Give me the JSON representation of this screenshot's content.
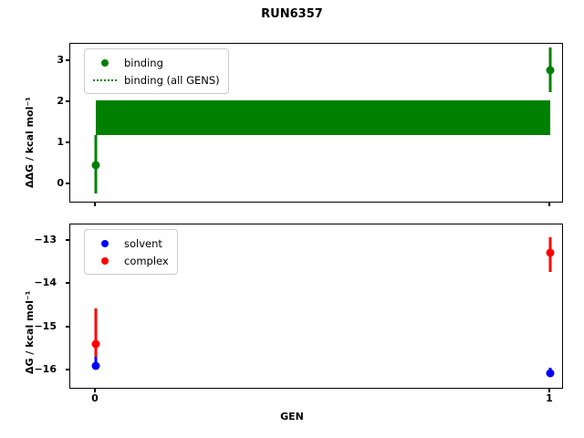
{
  "figure": {
    "title": "RUN6357",
    "xlabel": "GEN",
    "xticks": [
      "0",
      "1"
    ]
  },
  "panels": {
    "top": {
      "ylabel": "ΔΔG / kcal mol⁻¹",
      "yticks": [
        "3",
        "2",
        "1",
        "0"
      ],
      "legend": [
        {
          "label": "binding",
          "key": "marker-dot",
          "color": "#008000"
        },
        {
          "label": "binding (all GENS)",
          "key": "dotted-line",
          "color": "#008000"
        }
      ]
    },
    "bottom": {
      "ylabel": "ΔG / kcal mol⁻¹",
      "yticks": [
        "−13",
        "−14",
        "−15",
        "−16"
      ],
      "legend": [
        {
          "label": "solvent",
          "key": "marker-dot",
          "color": "#0000ff"
        },
        {
          "label": "complex",
          "key": "marker-dot",
          "color": "#ff0000"
        }
      ]
    }
  },
  "chart_data": [
    {
      "type": "scatter",
      "panel": "top",
      "title": "RUN6357",
      "xlabel": "GEN",
      "ylabel": "ΔΔG / kcal mol⁻¹",
      "x": [
        0,
        1
      ],
      "xticklabels": [
        "0",
        "1"
      ],
      "xlim": [
        -0.35,
        1.35
      ],
      "ylim": [
        -0.45,
        3.45
      ],
      "yticks": [
        0,
        1,
        2,
        3
      ],
      "grid": false,
      "legend_position": "upper left",
      "series": [
        {
          "name": "binding",
          "color": "#008000",
          "marker": "o",
          "values": [
            0.47,
            2.75
          ],
          "yerr_low": [
            -0.24,
            2.22
          ],
          "yerr_high": [
            1.18,
            3.31
          ]
        },
        {
          "name": "binding (all GENS)",
          "color": "#008000",
          "style": "dotted-line-with-band",
          "value": 1.6,
          "band_low": 1.18,
          "band_high": 2.02
        }
      ]
    },
    {
      "type": "scatter",
      "panel": "bottom",
      "xlabel": "GEN",
      "ylabel": "ΔG / kcal mol⁻¹",
      "x": [
        0,
        1
      ],
      "xticklabels": [
        "0",
        "1"
      ],
      "xlim": [
        -0.35,
        1.35
      ],
      "ylim": [
        -16.45,
        -12.65
      ],
      "yticks": [
        -13,
        -14,
        -15,
        -16
      ],
      "grid": false,
      "legend_position": "upper left",
      "series": [
        {
          "name": "solvent",
          "color": "#0000ff",
          "marker": "o",
          "values": [
            -15.91,
            -16.08
          ],
          "yerr_low": [
            -16.03,
            -16.15
          ],
          "yerr_high": [
            -15.79,
            -16.0
          ]
        },
        {
          "name": "complex",
          "color": "#ff0000",
          "marker": "o",
          "values": [
            -15.4,
            -13.3
          ],
          "yerr_low": [
            -16.0,
            -13.75
          ],
          "yerr_high": [
            -14.75,
            -12.95
          ]
        }
      ]
    }
  ]
}
